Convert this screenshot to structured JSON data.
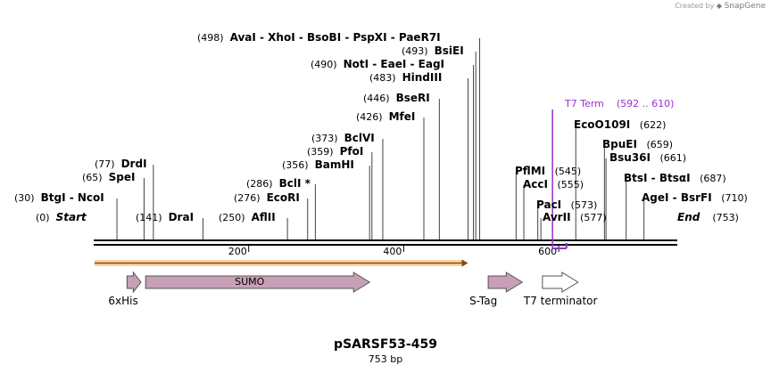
{
  "credit": {
    "prefix": "Created by",
    "brand": "SnapGene"
  },
  "plasmid": {
    "name": "pSARSF53-459",
    "size": "753 bp"
  },
  "ruler": {
    "total": 753,
    "ticks": [
      200,
      400,
      600
    ]
  },
  "labels": {
    "start": {
      "pos": "(0)",
      "text": "Start"
    },
    "end": {
      "pos": "(753)",
      "text": "End"
    }
  },
  "sites": [
    {
      "pos": 30,
      "label": "(30)",
      "enzymes": "BtgI  - NcoI"
    },
    {
      "pos": 65,
      "label": "(65)",
      "enzymes": "SpeI"
    },
    {
      "pos": 77,
      "label": "(77)",
      "enzymes": "DrdI"
    },
    {
      "pos": 141,
      "label": "(141)",
      "enzymes": "DraI"
    },
    {
      "pos": 250,
      "label": "(250)",
      "enzymes": "AflII"
    },
    {
      "pos": 276,
      "label": "(276)",
      "enzymes": "EcoRI"
    },
    {
      "pos": 286,
      "label": "(286)",
      "enzymes": "BclI *"
    },
    {
      "pos": 356,
      "label": "(356)",
      "enzymes": "BamHI"
    },
    {
      "pos": 359,
      "label": "(359)",
      "enzymes": "PfoI"
    },
    {
      "pos": 373,
      "label": "(373)",
      "enzymes": "BclVI"
    },
    {
      "pos": 426,
      "label": "(426)",
      "enzymes": "MfeI"
    },
    {
      "pos": 446,
      "label": "(446)",
      "enzymes": "BseRI"
    },
    {
      "pos": 483,
      "label": "(483)",
      "enzymes": "HindIII"
    },
    {
      "pos": 490,
      "label": "(490)",
      "enzymes": "NotI  - EaeI  - EagI"
    },
    {
      "pos": 493,
      "label": "(493)",
      "enzymes": "BsiEI"
    },
    {
      "pos": 498,
      "label": "(498)",
      "enzymes": "AvaI  - XhoI  - BsoBI  - PspXI  - PaeR7I"
    },
    {
      "pos": 545,
      "label": "(545)",
      "enzymes": "PflMI"
    },
    {
      "pos": 555,
      "label": "(555)",
      "enzymes": "AccI"
    },
    {
      "pos": 573,
      "label": "(573)",
      "enzymes": "PacI"
    },
    {
      "pos": 577,
      "label": "(577)",
      "enzymes": "AvrII"
    },
    {
      "pos": 622,
      "label": "(622)",
      "enzymes": "EcoO109I"
    },
    {
      "pos": 659,
      "label": "(659)",
      "enzymes": "BpuEI"
    },
    {
      "pos": 661,
      "label": "(661)",
      "enzymes": "Bsu36I"
    },
    {
      "pos": 687,
      "label": "(687)",
      "enzymes": "BtsI  - BtsαI"
    },
    {
      "pos": 710,
      "label": "(710)",
      "enzymes": "AgeI  - BsrFI"
    }
  ],
  "t7term": {
    "name": "T7 Term",
    "range": "(592 .. 610)",
    "start": 592,
    "end": 610,
    "color": "#9a2fd0"
  },
  "orf": {
    "start": 1,
    "end": 483,
    "color": "#f2a23c"
  },
  "features": [
    {
      "name": "6xHis",
      "start": 43,
      "end": 61,
      "color": "#c7a0b6"
    },
    {
      "name": "SUMO",
      "start": 67,
      "end": 356,
      "color": "#c7a0b6",
      "label_inside": true
    },
    {
      "name": "S-Tag",
      "start": 509,
      "end": 553,
      "color": "#c7a0b6"
    },
    {
      "name": "T7 terminator",
      "start": 579,
      "end": 625,
      "color": "#ffffff"
    }
  ]
}
